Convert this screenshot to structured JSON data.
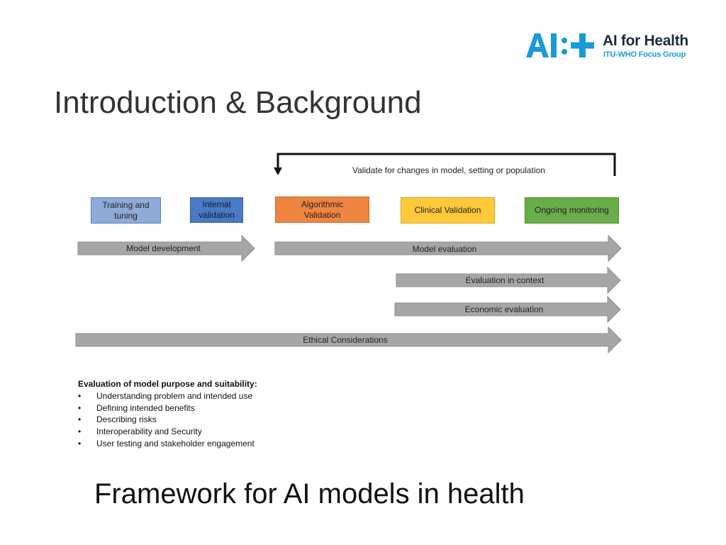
{
  "logo": {
    "mark_text": "AI:+",
    "title": "AI for Health",
    "subtitle": "ITU-WHO Focus Group",
    "colors": {
      "mark": "#1a9ad6",
      "title": "#1f2b3d",
      "subtitle": "#1a9ad6"
    }
  },
  "slide": {
    "title": "Introduction & Background",
    "caption": "Framework for AI models in health"
  },
  "diagram": {
    "feedback_loop_label": "Validate for changes in model, setting or population",
    "stages": [
      {
        "label": "Training and tuning",
        "fill": "#8fabd7",
        "border": "#5b7fbf"
      },
      {
        "label": "Internal validation",
        "fill": "#4a7ac4",
        "border": "#2f5ea3"
      },
      {
        "label": "Algorithmic Validation",
        "fill": "#f08542",
        "border": "#c9682b"
      },
      {
        "label": "Clinical Validation",
        "fill": "#ffc93a",
        "border": "#d6a72c"
      },
      {
        "label": "Ongoing monitoring",
        "fill": "#6aad4b",
        "border": "#4d8a35"
      }
    ],
    "phases": [
      "Model development",
      "Model evaluation",
      "Evaluation in context",
      "Economic evaluation",
      "Ethical Considerations"
    ],
    "arrow_color": "#a6a6a6"
  },
  "purpose": {
    "heading": "Evaluation of model purpose and suitability:",
    "items": [
      "Understanding problem and intended use",
      "Defining intended benefits",
      "Describing risks",
      "Interoperability and Security",
      "User testing and stakeholder engagement"
    ]
  }
}
